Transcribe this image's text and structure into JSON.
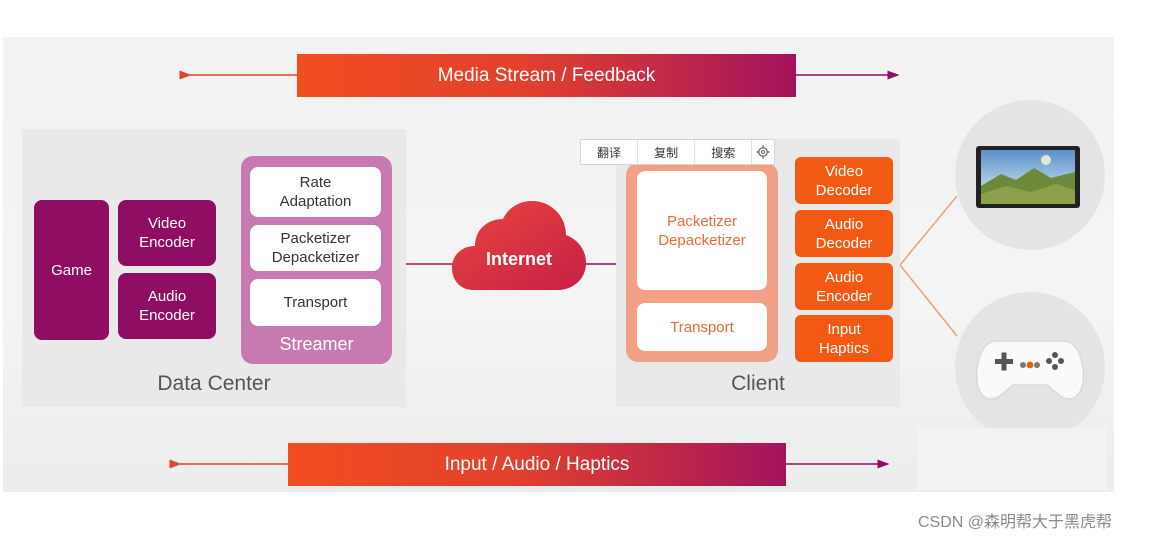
{
  "top_banner": {
    "label": "Media Stream / Feedback"
  },
  "bottom_banner": {
    "label": "Input / Audio / Haptics"
  },
  "data_center": {
    "label": "Data Center",
    "game": "Game",
    "video_encoder": "Video\nEncoder",
    "audio_encoder": "Audio\nEncoder",
    "streamer": {
      "label": "Streamer",
      "rate_adaptation": "Rate\nAdaptation",
      "packetizer": "Packetizer\nDepacketizer",
      "transport": "Transport"
    }
  },
  "internet": {
    "label": "Internet"
  },
  "client": {
    "label": "Client",
    "packetizer": "Packetizer\nDepacketizer",
    "transport": "Transport",
    "video_decoder": "Video\nDecoder",
    "audio_decoder": "Audio\nDecoder",
    "audio_encoder": "Audio\nEncoder",
    "input_haptics": "Input\nHaptics"
  },
  "selection_toolbar": {
    "translate": "翻译",
    "copy": "复制",
    "search": "搜索",
    "settings_icon": "gear-icon"
  },
  "devices": {
    "screen_icon": "tv-screen-icon",
    "controller_icon": "gamepad-icon"
  },
  "watermark": {
    "text": "CSDN @森明帮大于黑虎帮"
  },
  "colors": {
    "banner_start": "#f24d1f",
    "banner_end": "#a3135d",
    "data_center_block": "#8f0e63",
    "streamer": "#c77ab0",
    "internet_cloud": "#d83a42",
    "client_core": "#f3a186",
    "client_block": "#f25a14"
  }
}
